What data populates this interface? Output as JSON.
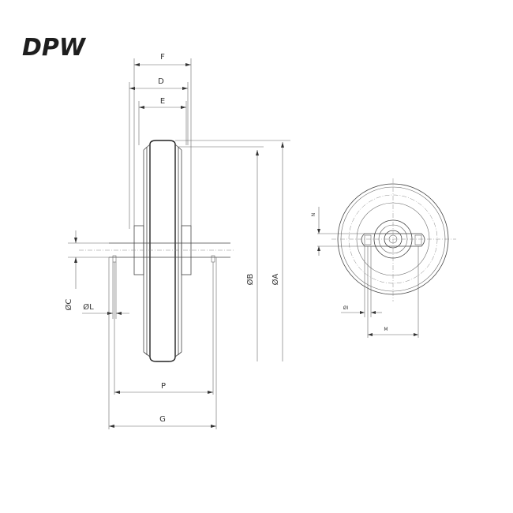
{
  "logo": {
    "text": "DPW",
    "colors": {
      "primary": "#1e1e1e",
      "accent": "#e8731c"
    }
  },
  "side_view": {
    "labels": {
      "F": "F",
      "D": "D",
      "E": "E",
      "B": "ØB",
      "A": "ØA",
      "C": "ØC",
      "L": "ØL",
      "P": "P",
      "G": "G"
    }
  },
  "front_view": {
    "labels": {
      "N": "N",
      "I": "ØI",
      "M": "M"
    }
  }
}
